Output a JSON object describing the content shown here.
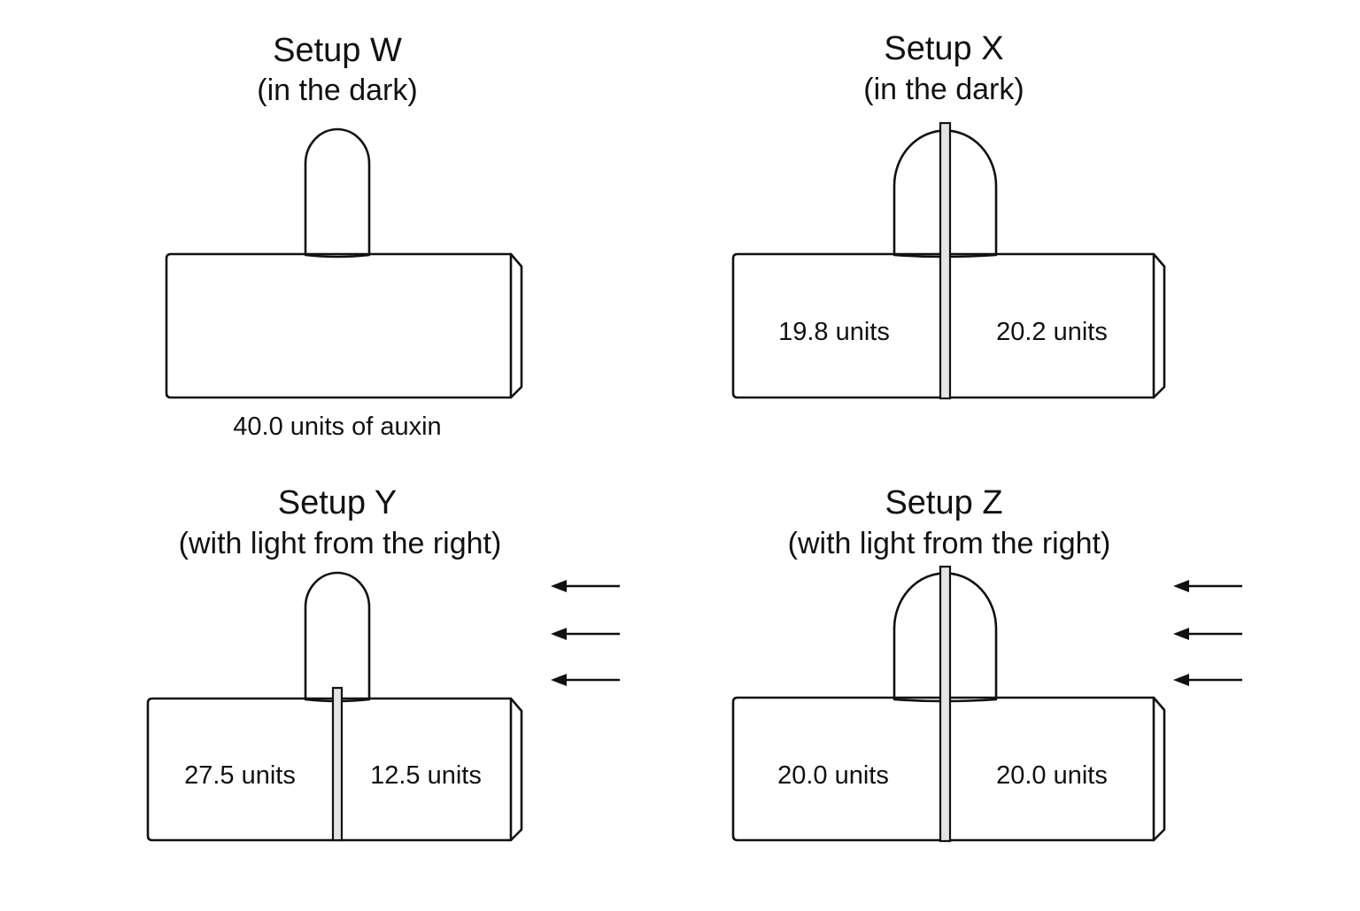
{
  "setups": [
    {
      "id": "W",
      "title": "Setup W",
      "condition": "(in the dark)",
      "barrier": "none",
      "light_from": "none",
      "total_label": "40.0 units of auxin"
    },
    {
      "id": "X",
      "title": "Setup X",
      "condition": "(in the dark)",
      "barrier": "full",
      "light_from": "none",
      "left_label": "19.8 units",
      "right_label": "20.2 units"
    },
    {
      "id": "Y",
      "title": "Setup Y",
      "condition": "(with light from the right)",
      "barrier": "block-only",
      "light_from": "right",
      "left_label": "27.5 units",
      "right_label": "12.5 units"
    },
    {
      "id": "Z",
      "title": "Setup Z",
      "condition": "(with light from the right)",
      "barrier": "full",
      "light_from": "right",
      "left_label": "20.0 units",
      "right_label": "20.0 units"
    }
  ]
}
